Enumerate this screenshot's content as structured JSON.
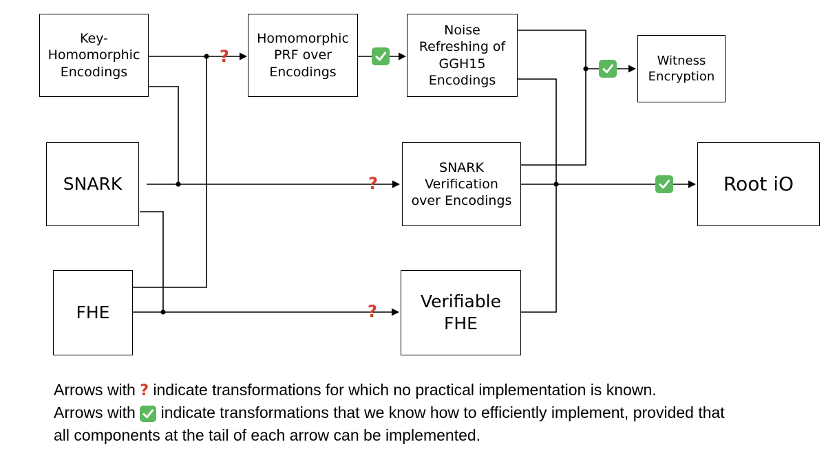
{
  "boxes": {
    "key_homomorphic": "Key-\nHomomorphic\nEncodings",
    "homomorphic_prf": "Homomorphic\nPRF over\nEncodings",
    "noise_refreshing": "Noise\nRefreshing of\nGGH15\nEncodings",
    "witness_encryption": "Witness\nEncryption",
    "snark": "SNARK",
    "snark_verification": "SNARK\nVerification\nover Encodings",
    "root_io": "Root iO",
    "fhe": "FHE",
    "verifiable_fhe": "Verifiable\nFHE"
  },
  "markers": {
    "question": "?",
    "check_icon": "check-mark-button"
  },
  "legend": {
    "line1_prefix": "Arrows with",
    "line1_suffix": "indicate transformations for which no practical implementation is known.",
    "line2_prefix": "Arrows with",
    "line2_suffix": "indicate transformations that we know how to efficiently implement, provided that",
    "line3": "all components at the tail of each arrow can be implemented."
  },
  "colors": {
    "question": "#d93a2b",
    "check": "#5cb85c"
  }
}
